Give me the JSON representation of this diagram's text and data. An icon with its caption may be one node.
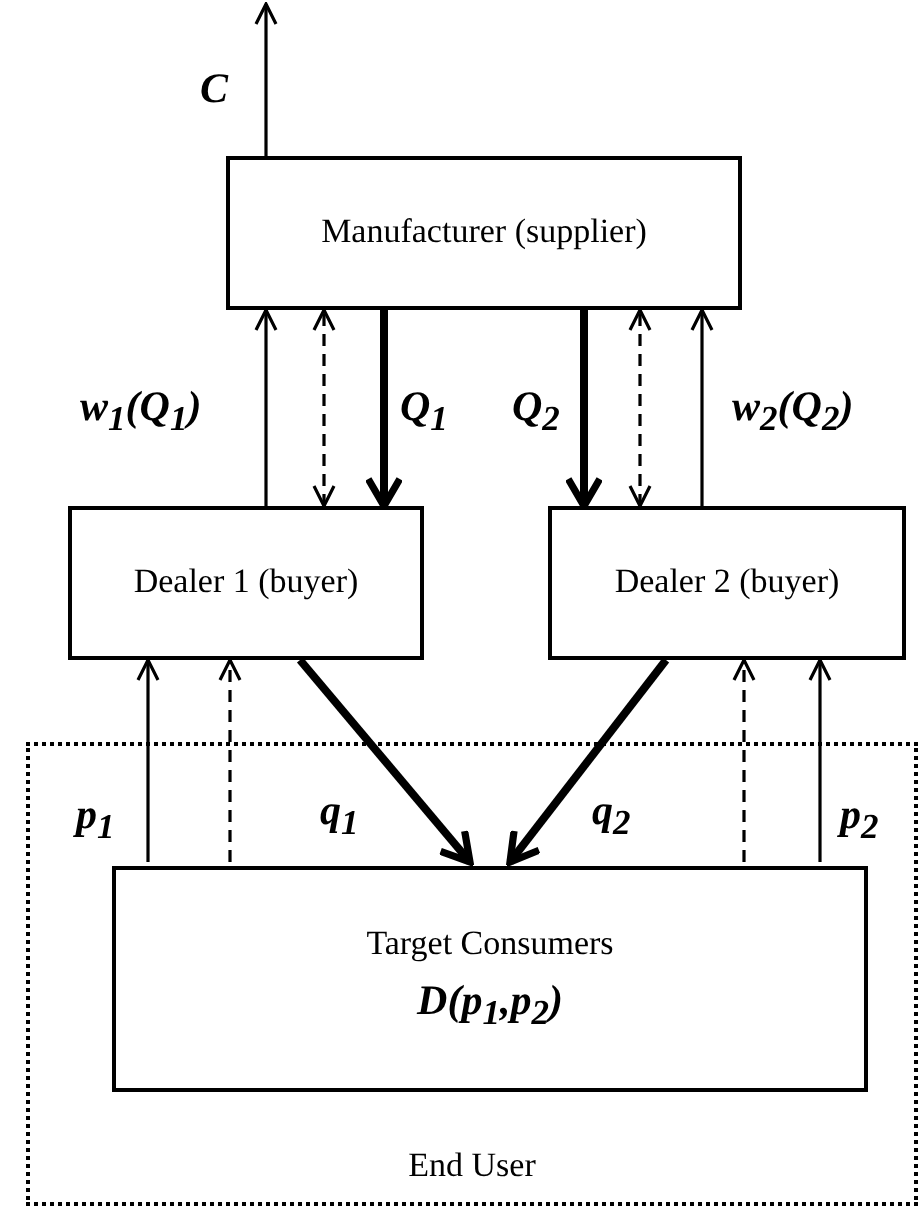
{
  "diagram": {
    "nodes": [
      {
        "text": [
          "Manufacturer (supplier)"
        ]
      },
      {
        "text": [
          "Dealer 1 (buyer)"
        ]
      },
      {
        "text": [
          "Dealer 2 (buyer)"
        ]
      },
      {
        "text": [
          "End User"
        ]
      },
      {
        "text": [
          "Target Consumers",
          "D(p$_{1}$,p$_{2}$)"
        ],
        "in": 3
      }
    ],
    "edges": [
      {
        "from": 0,
        "to": null,
        "arrow": "to",
        "label": "C"
      },
      {
        "from": 1,
        "to": 0,
        "arrow": "to",
        "label": "w$_{1}$(Q$_{1}$)"
      },
      {
        "from": 1,
        "to": 0,
        "arrow": "both",
        "style": "dashed"
      },
      {
        "from": 0,
        "to": 1,
        "arrow": "to",
        "style": "thick",
        "label": "Q$_{1}$"
      },
      {
        "from": 0,
        "to": 2,
        "arrow": "to",
        "style": "thick",
        "label": "Q$_{2}$"
      },
      {
        "from": 2,
        "to": 0,
        "arrow": "both",
        "style": "dashed"
      },
      {
        "from": 2,
        "to": 0,
        "arrow": "to",
        "label": "w$_{2}$(Q$_{2}$)"
      },
      {
        "from": 4,
        "to": 1,
        "arrow": "to",
        "label": "p$_{1}$"
      },
      {
        "from": 4,
        "to": 1,
        "arrow": "to",
        "style": "dashed"
      },
      {
        "from": 1,
        "to": 4,
        "arrow": "to",
        "style": "thick",
        "label": "q$_{1}$"
      },
      {
        "from": 2,
        "to": 4,
        "arrow": "to",
        "style": "thick",
        "label": "q$_{2}$"
      },
      {
        "from": 4,
        "to": 2,
        "arrow": "to",
        "style": "dashed"
      },
      {
        "from": 4,
        "to": 2,
        "arrow": "to",
        "label": "p$_{2}$"
      }
    ]
  }
}
